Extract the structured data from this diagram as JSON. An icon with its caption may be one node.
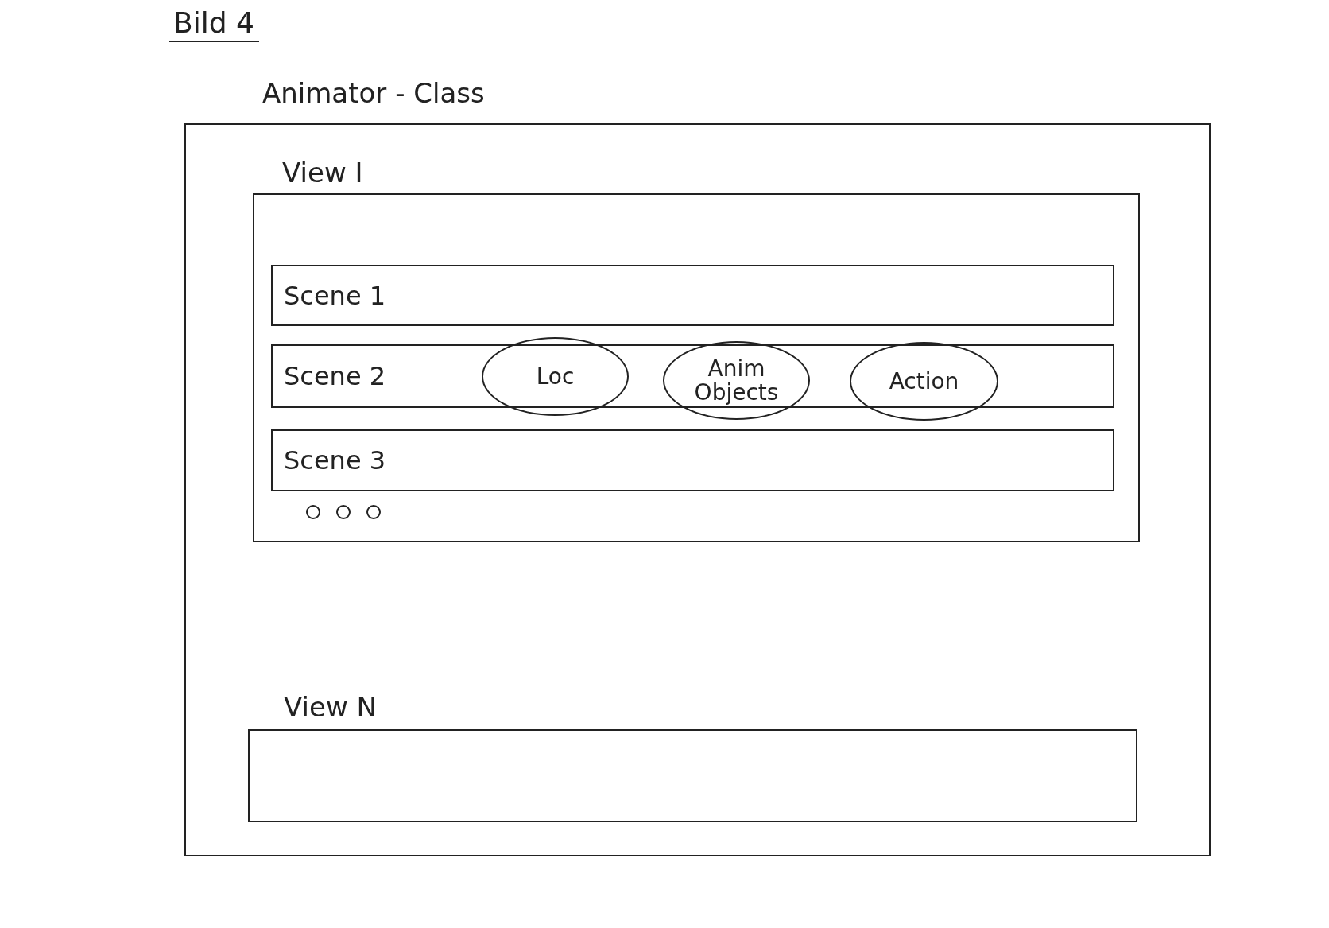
{
  "diagram": {
    "title": "Bild 4",
    "nodes": [
      {
        "text": [
          "Animator - Class"
        ]
      },
      {
        "text": [
          "View I"
        ],
        "in": 0
      },
      {
        "text": [
          "Scene 1"
        ],
        "in": 1
      },
      {
        "text": [
          "Scene 2"
        ],
        "in": 1
      },
      {
        "text": [
          "Loc"
        ],
        "in": 1
      },
      {
        "text": [
          "Anim Objects"
        ],
        "in": 1
      },
      {
        "text": [
          "Action"
        ],
        "in": 1
      },
      {
        "text": [
          "Scene 3"
        ],
        "in": 1
      },
      {
        "text": [
          "View N"
        ],
        "in": 0
      }
    ]
  }
}
